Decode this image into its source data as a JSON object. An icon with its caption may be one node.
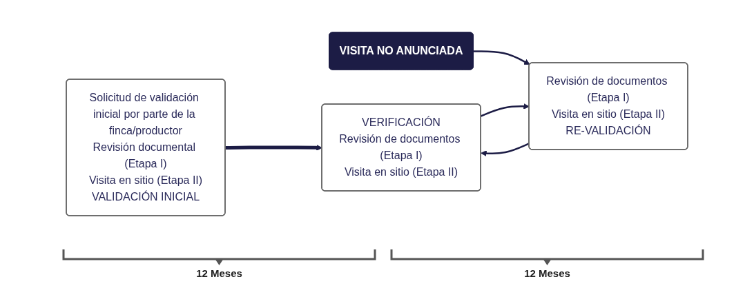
{
  "diagram": {
    "nodes": [
      {
        "text": [
          "Solicitud de validación inicial por parte de la finca/productor",
          "Revisión documental (Etapa I)",
          "Visita en sitio (Etapa II)",
          "VALIDACIÓN INICIAL"
        ]
      },
      {
        "text": [
          "VERIFICACIÓN",
          "Revisión de documentos (Etapa I)",
          "Visita en sitio (Etapa II)"
        ]
      },
      {
        "text": [
          "Revisión de documentos (Etapa I)",
          "Visita en sitio (Etapa II)",
          "RE-VALIDACIÓN"
        ]
      },
      {
        "text": [
          "VISITA NO ANUNCIADA"
        ]
      }
    ],
    "edges": [
      {
        "from": 0,
        "to": 1,
        "arrow": "to",
        "style": "thick"
      },
      {
        "from": 3,
        "to": 2,
        "arrow": "to"
      },
      {
        "from": 1,
        "to": 2,
        "arrow": "to"
      },
      {
        "from": 2,
        "to": 1,
        "arrow": "to"
      }
    ],
    "labels": [
      "12 Meses",
      "12 Meses"
    ]
  }
}
